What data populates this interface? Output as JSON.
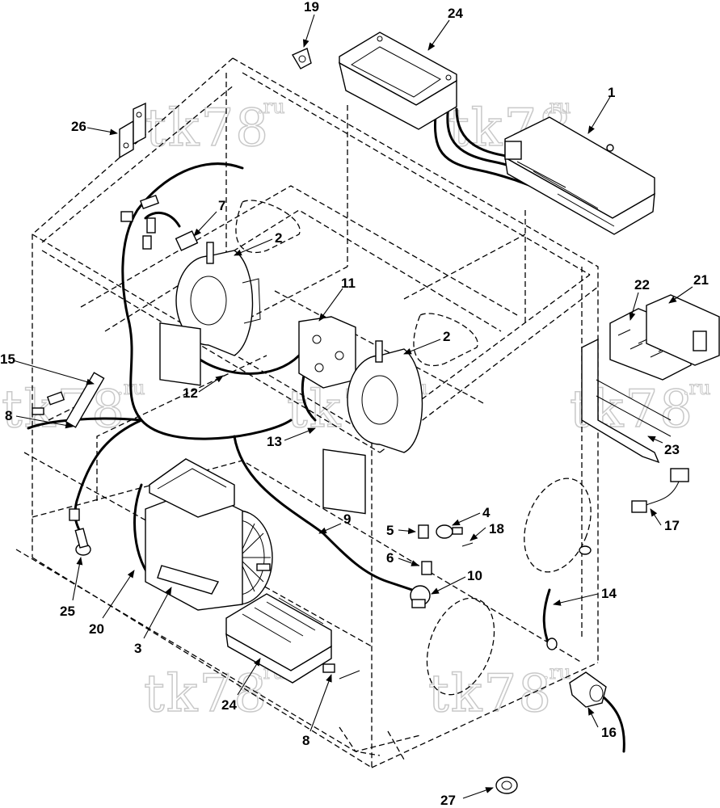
{
  "watermark": {
    "text": "tk78",
    "suffix": ".ru"
  },
  "callouts": {
    "c1": "1",
    "c2a": "2",
    "c2b": "2",
    "c3": "3",
    "c4": "4",
    "c5": "5",
    "c6": "6",
    "c7": "7",
    "c8a": "8",
    "c8b": "8",
    "c9": "9",
    "c10": "10",
    "c11": "11",
    "c12": "12",
    "c13": "13",
    "c14": "14",
    "c15": "15",
    "c16": "16",
    "c17": "17",
    "c18": "18",
    "c19": "19",
    "c20": "20",
    "c21": "21",
    "c22": "22",
    "c23": "23",
    "c24a": "24",
    "c24b": "24",
    "c25": "25",
    "c26": "26",
    "c27": "27"
  }
}
